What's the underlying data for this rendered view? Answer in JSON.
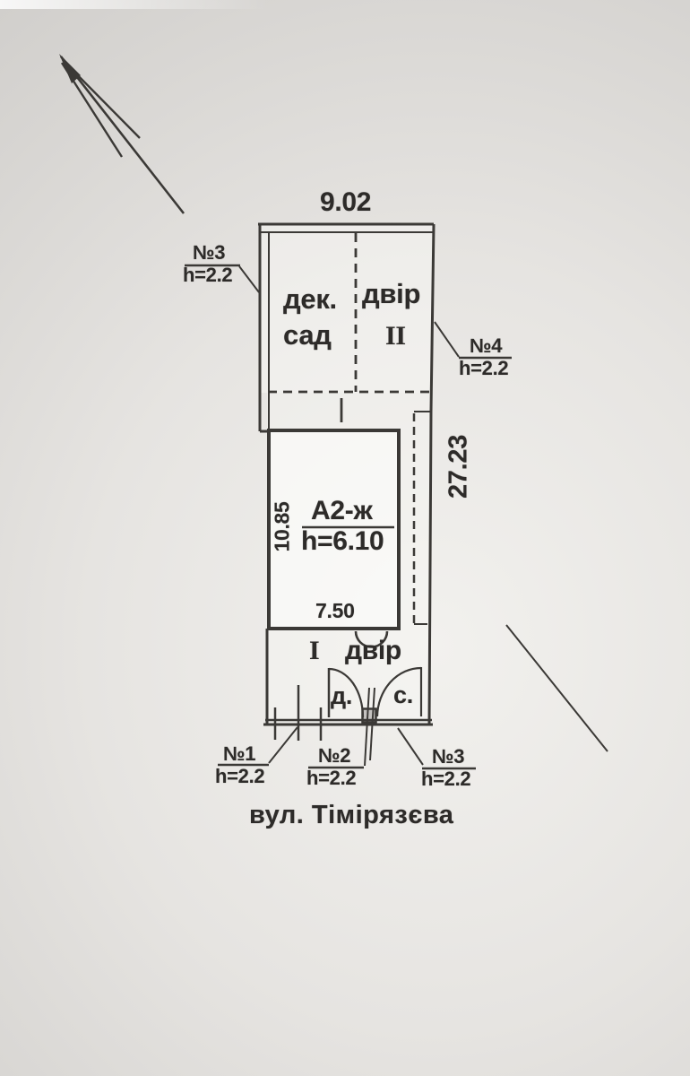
{
  "document": {
    "type_note": "site plan photo",
    "street_label": "вул. Тімірязєва"
  },
  "dimensions": {
    "plot_width_top": "9.02",
    "plot_depth_right": "27.23",
    "building_width": "7.50",
    "building_depth": "10.85"
  },
  "areas": {
    "garden_line1": "дек.",
    "garden_line2": "сад",
    "upper_yard_label": "двір",
    "upper_yard_numeral": "II",
    "lower_yard_numeral": "I",
    "lower_yard_label": "двір",
    "door_left": "д.",
    "door_right": "с."
  },
  "building": {
    "litera": "А2-ж",
    "height": "h=6.10"
  },
  "fence_labels": {
    "top_left": {
      "id": "№3",
      "height": "h=2.2"
    },
    "right": {
      "id": "№4",
      "height": "h=2.2"
    },
    "bottom_left": {
      "id": "№1",
      "height": "h=2.2"
    },
    "bottom_center": {
      "id": "№2",
      "height": "h=2.2"
    },
    "bottom_right": {
      "id": "№3",
      "height": "h=2.2"
    }
  },
  "icons": {
    "north_arrow": "north-arrow"
  },
  "colors": {
    "paper": "#e8e6e3",
    "ink": "#3b3936",
    "text": "#2d2b29"
  }
}
